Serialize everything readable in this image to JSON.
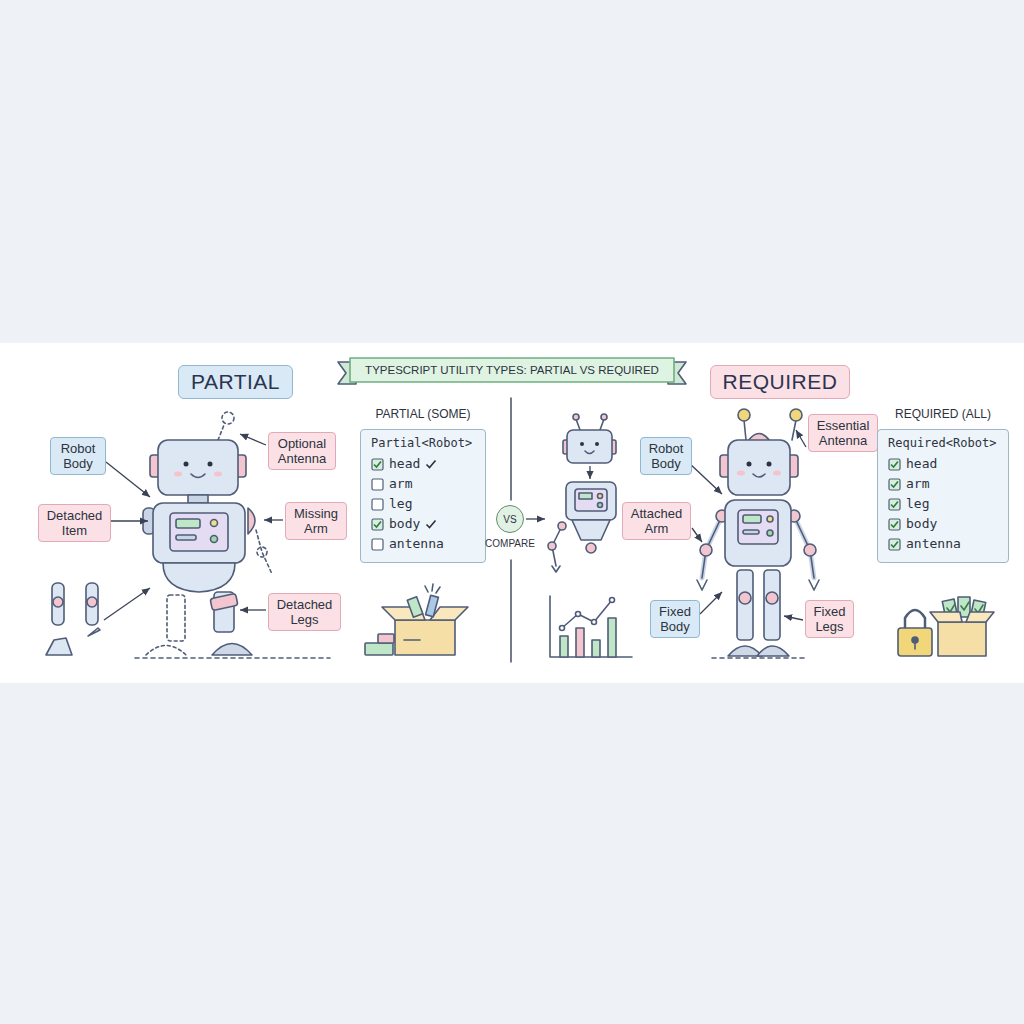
{
  "diagram": {
    "title": "TYPESCRIPT UTILITY TYPES: PARTIAL VS REQUIRED",
    "nodes": [
      {
        "text": [
          "PARTIAL"
        ]
      },
      {
        "text": [
          "REQUIRED"
        ]
      },
      {
        "text": [
          "Robot Body"
        ]
      },
      {
        "text": [
          "Optional Antenna"
        ]
      },
      {
        "text": [
          "Detached Item"
        ]
      },
      {
        "text": [
          "Missing Arm"
        ]
      },
      {
        "text": [
          "Detached Legs"
        ]
      },
      {
        "text": [
          "PARTIAL (SOME)",
          "Partial<Robot>",
          "head",
          "arm",
          "leg",
          "body",
          "antenna"
        ]
      },
      {
        "text": [
          "VS",
          "COMPARE"
        ]
      },
      {
        "text": [
          "Robot Body"
        ]
      },
      {
        "text": [
          "Attached Arm"
        ]
      },
      {
        "text": [
          "Essential Antenna"
        ]
      },
      {
        "text": [
          "Fixed Body"
        ]
      },
      {
        "text": [
          "Fixed Legs"
        ]
      },
      {
        "text": [
          "REQUIRED (ALL)",
          "Required<Robot>",
          "head",
          "arm",
          "leg",
          "body",
          "antenna"
        ]
      }
    ]
  }
}
